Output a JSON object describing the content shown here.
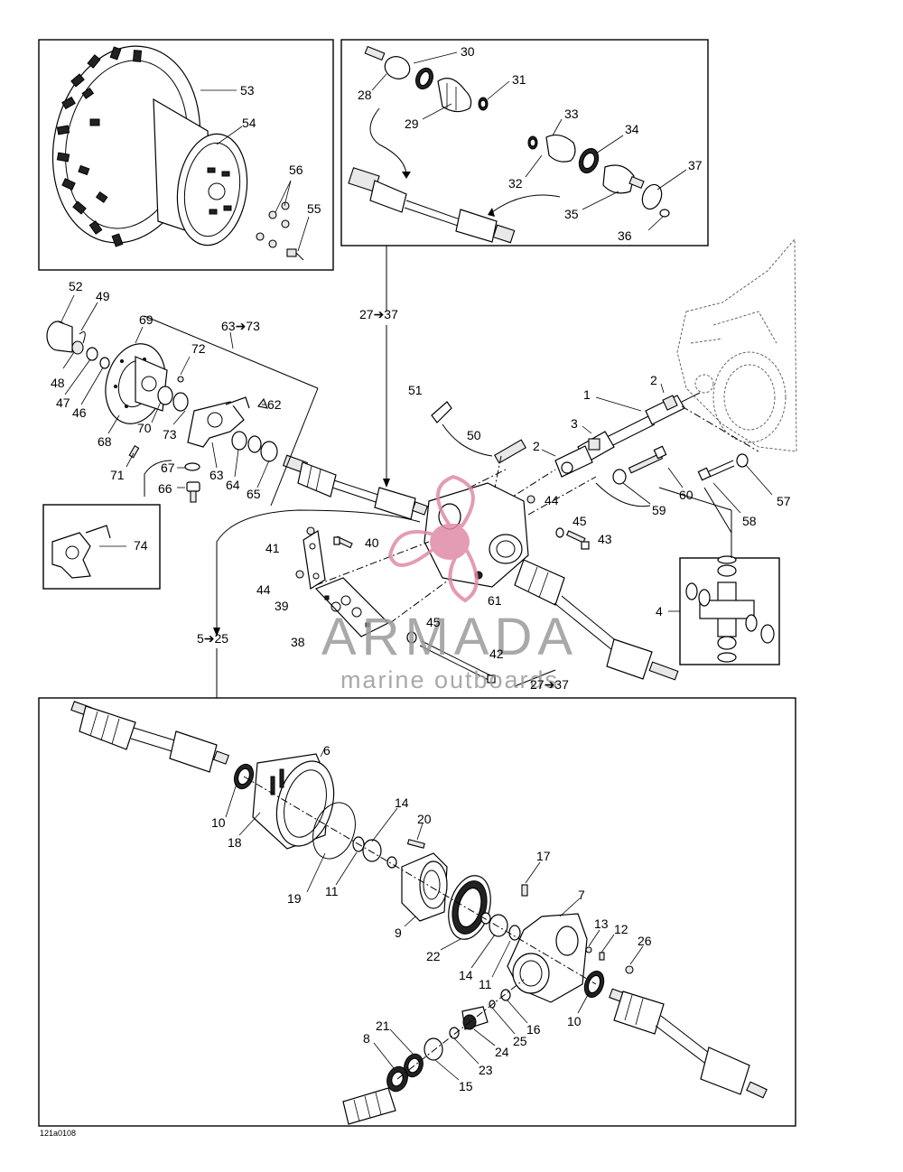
{
  "figure_code": "121a0108",
  "watermark": {
    "brand": "ARMADA",
    "tagline": "marine outboards",
    "logo_color": "#e08aa8",
    "text_color": "#9a9a9a"
  },
  "callouts": {
    "c1": "1",
    "c2a": "2",
    "c2b": "2",
    "c3": "3",
    "c4": "4",
    "c5_25": "5➔25",
    "c6": "6",
    "c7": "7",
    "c8": "8",
    "c9": "9",
    "c10a": "10",
    "c10b": "10",
    "c11a": "11",
    "c11b": "11",
    "c12": "12",
    "c13": "13",
    "c14a": "14",
    "c14b": "14",
    "c15": "15",
    "c16": "16",
    "c17": "17",
    "c18": "18",
    "c19": "19",
    "c20": "20",
    "c21": "21",
    "c22": "22",
    "c23": "23",
    "c24": "24",
    "c25": "25",
    "c26": "26",
    "c27_37a": "27➔37",
    "c27_37b": "27➔37",
    "c28": "28",
    "c29": "29",
    "c30": "30",
    "c31": "31",
    "c32": "32",
    "c33": "33",
    "c34": "34",
    "c35": "35",
    "c36": "36",
    "c37": "37",
    "c38": "38",
    "c39": "39",
    "c40": "40",
    "c41": "41",
    "c42": "42",
    "c43": "43",
    "c44a": "44",
    "c44b": "44",
    "c45a": "45",
    "c45b": "45",
    "c46": "46",
    "c47": "47",
    "c48": "48",
    "c49": "49",
    "c50": "50",
    "c51": "51",
    "c52": "52",
    "c53": "53",
    "c54": "54",
    "c55": "55",
    "c56": "56",
    "c57": "57",
    "c58": "58",
    "c59": "59",
    "c60": "60",
    "c61": "61",
    "c62": "62",
    "c63": "63",
    "c63_73": "63➔73",
    "c64": "64",
    "c65": "65",
    "c66": "66",
    "c67": "67",
    "c68": "68",
    "c69": "69",
    "c70": "70",
    "c71": "71",
    "c72": "72",
    "c73": "73",
    "c74": "74"
  }
}
